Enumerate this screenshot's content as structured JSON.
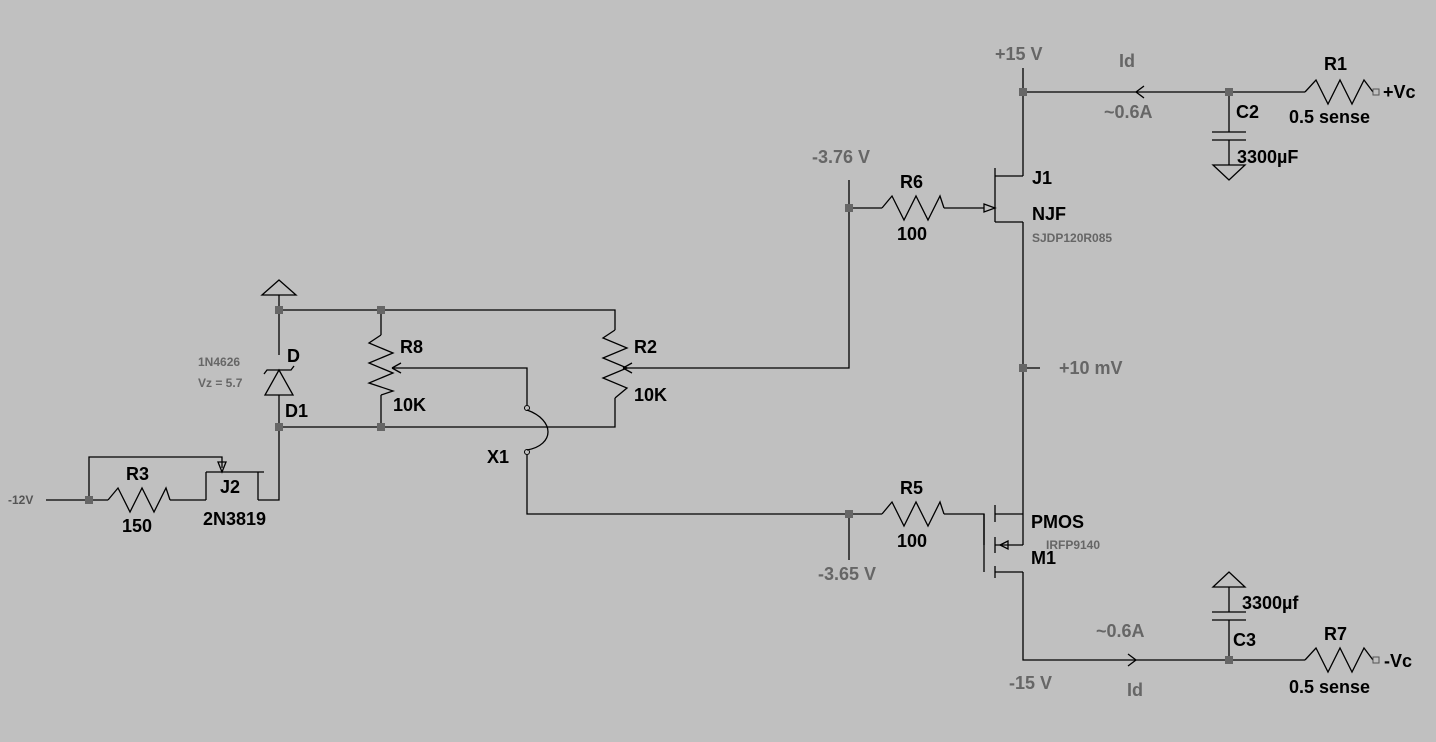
{
  "components": {
    "R1": {
      "ref": "R1",
      "value": "0.5 sense"
    },
    "R2": {
      "ref": "R2",
      "value": "10K"
    },
    "R3": {
      "ref": "R3",
      "value": "150"
    },
    "R5": {
      "ref": "R5",
      "value": "100"
    },
    "R6": {
      "ref": "R6",
      "value": "100"
    },
    "R7": {
      "ref": "R7",
      "value": "0.5 sense"
    },
    "R8": {
      "ref": "R8",
      "value": "10K"
    },
    "C2": {
      "ref": "C2",
      "value": "3300µF"
    },
    "C3": {
      "ref": "C3",
      "value": "3300µf"
    },
    "D1": {
      "ref": "D1",
      "type": "D",
      "part": "1N4626",
      "note": "Vz = 5.7"
    },
    "J1": {
      "ref": "J1",
      "type": "NJF",
      "part": "SJDP120R085"
    },
    "J2": {
      "ref": "J2",
      "value": "2N3819"
    },
    "M1": {
      "ref": "M1",
      "type": "PMOS",
      "part": "IRFP9140"
    },
    "X1": {
      "ref": "X1"
    }
  },
  "nets": {
    "plus15": "+15 V",
    "minus15": "-15 V",
    "minus12": "-12V",
    "plusVc": "+Vc",
    "minusVc": "-Vc",
    "gate_j1": "-3.76 V",
    "gate_m1": "-3.65 V",
    "mid": "+10 mV"
  },
  "annotations": {
    "id_top": "Id",
    "id_bottom": "Id",
    "current_top": "~0.6A",
    "current_bottom": "~0.6A"
  }
}
